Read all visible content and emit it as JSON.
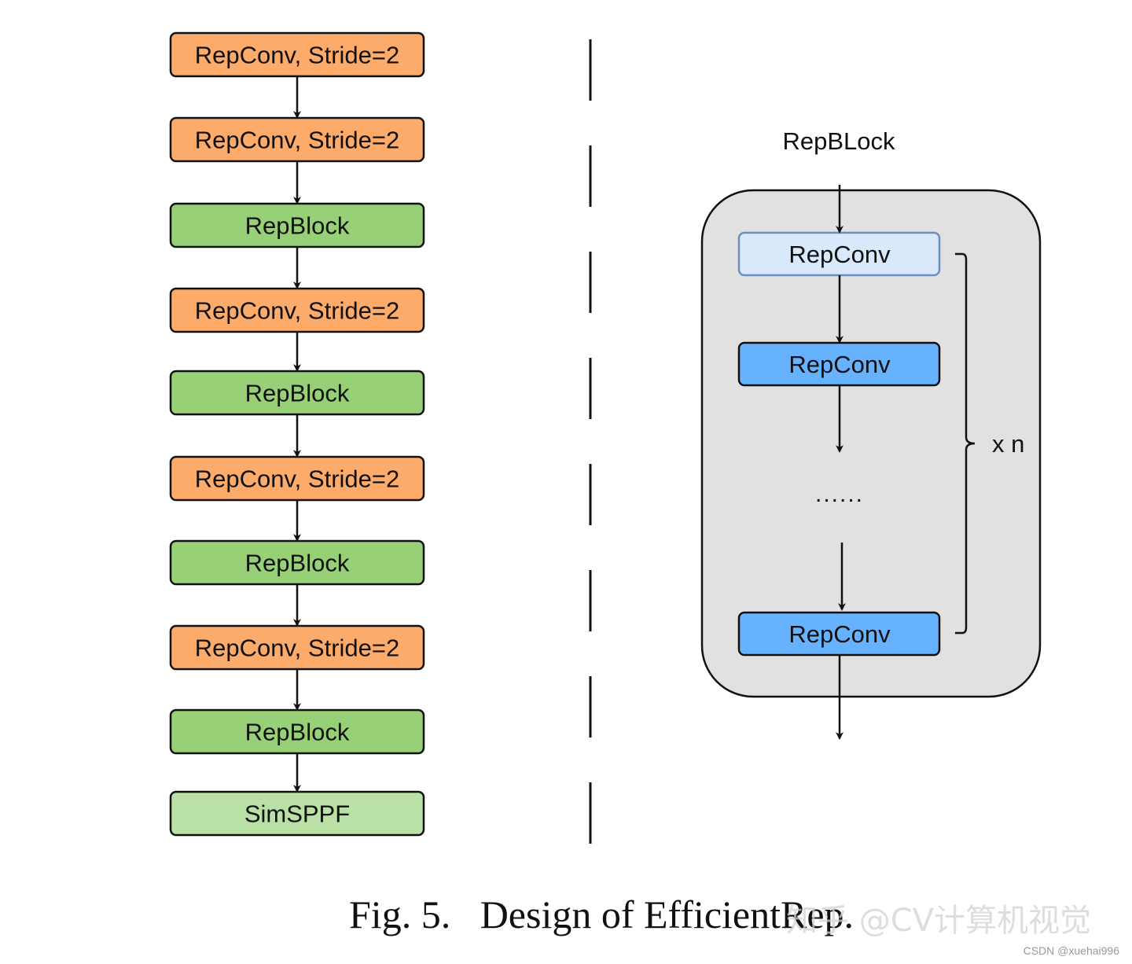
{
  "left_stack": {
    "blocks": [
      {
        "label": "RepConv, Stride=2",
        "kind": "repconv_stride"
      },
      {
        "label": "RepConv, Stride=2",
        "kind": "repconv_stride"
      },
      {
        "label": "RepBlock",
        "kind": "repblock"
      },
      {
        "label": "RepConv, Stride=2",
        "kind": "repconv_stride"
      },
      {
        "label": "RepBlock",
        "kind": "repblock"
      },
      {
        "label": "RepConv, Stride=2",
        "kind": "repconv_stride"
      },
      {
        "label": "RepBlock",
        "kind": "repblock"
      },
      {
        "label": "RepConv, Stride=2",
        "kind": "repconv_stride"
      },
      {
        "label": "RepBlock",
        "kind": "repblock"
      },
      {
        "label": "SimSPPF",
        "kind": "simsppf"
      }
    ]
  },
  "right_detail": {
    "title": "RepBLock",
    "blocks": [
      {
        "label": "RepConv",
        "kind": "repconv_light"
      },
      {
        "label": "RepConv",
        "kind": "repconv_dark"
      },
      {
        "label": "RepConv",
        "kind": "repconv_dark"
      }
    ],
    "ellipsis": "......",
    "repeat_label": "x n"
  },
  "colors": {
    "repconv_stride": "#fdab6a",
    "repblock": "#97d077",
    "simsppf": "#b9e0a5",
    "repconv_light": "#dae8fc",
    "repconv_light_border": "#6c8ebf",
    "repconv_dark": "#66b2ff",
    "container": "#e1e1e1",
    "stroke": "#111111"
  },
  "caption": "Fig. 5.   Design of EfficientRep.",
  "watermark": "知乎 @CV计算机视觉",
  "credit": "CSDN @xuehai996"
}
